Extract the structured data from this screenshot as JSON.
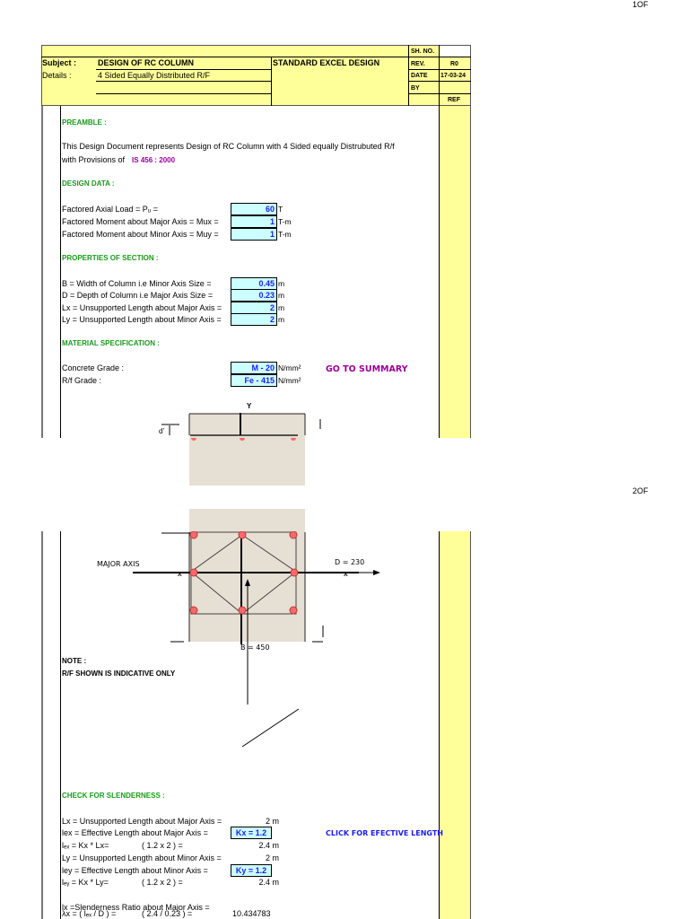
{
  "pages": [
    "1OF",
    "2OF"
  ],
  "header": {
    "sh_no_label": "SH. NO.",
    "sh_no": "",
    "subject_label": "Subject :",
    "subject": "DESIGN OF RC COLUMN",
    "details_label": "Details  :",
    "details": "4 Sided Equally Distributed R/F",
    "standard": "STANDARD EXCEL DESIGN",
    "rev_label": "REV.",
    "rev": "R0",
    "date_label": "DATE",
    "date": "17-03-24",
    "by_label": "BY",
    "by": "",
    "ref_label": "REF"
  },
  "preamble": {
    "title": "PREAMBLE :",
    "line1": "This Design Document represents Design of  RC Column with 4 Sided equally Distrubuted R/f",
    "line2": "with Provisions of",
    "code": "IS 456 : 2000"
  },
  "design_data": {
    "title": "DESIGN DATA :",
    "rows": [
      {
        "label": "Factored Axial Load = Pᵤ =",
        "value": "60",
        "unit": "T"
      },
      {
        "label": "Factored Moment about Major Axis = Mux =",
        "value": "1",
        "unit": "T-m"
      },
      {
        "label": "Factored Moment about  Minor Axis = Muy =",
        "value": "1",
        "unit": "T-m"
      }
    ]
  },
  "section": {
    "title": "PROPERTIES OF SECTION :",
    "rows": [
      {
        "label": "B = Width of Column i.e Minor Axis Size =",
        "value": "0.45",
        "unit": "m"
      },
      {
        "label": "D = Depth of Column i.e Major Axis Size =",
        "value": "0.23",
        "unit": "m"
      },
      {
        "label": "Lx = Unsupported Length about Major Axis =",
        "value": "2",
        "unit": "m"
      },
      {
        "label": "Ly = Unsupported Length about Minor Axis =",
        "value": "2",
        "unit": "m"
      }
    ]
  },
  "material": {
    "title": "MATERIAL SPECIFICATION :",
    "rows": [
      {
        "label": "Concrete Grade :",
        "value": "M - 20",
        "unit": "N/mm²"
      },
      {
        "label": "R/f Grade :",
        "value": "Fe - 415",
        "unit": "N/mm²"
      }
    ],
    "summary_link": "GO TO SUMMARY"
  },
  "diagram": {
    "y_label": "Y",
    "x_label": "X",
    "d_prime": "d'",
    "major_axis": "MAJOR AXIS",
    "d_dim": "D = 230",
    "b_dim": "B = 450"
  },
  "note": {
    "title": "NOTE :",
    "text": "R/F SHOWN IS INDICATIVE ONLY"
  },
  "slenderness": {
    "title": "CHECK FOR SLENDERNESS :",
    "link": "CLICK FOR EFECTIVE LENGTH",
    "rows": [
      {
        "label": "Lx = Unsupported Length about Major Axis =",
        "calc": "",
        "value": "2 m"
      },
      {
        "label": "lex = Effective Length about Major Axis =",
        "calc": "",
        "box": "Kx = 1.2"
      },
      {
        "label": "lₑₓ = Kx * Lx=",
        "calc": "( 1.2 x 2 ) =",
        "value": "2.4 m"
      },
      {
        "label": "Ly = Unsupported Length about Minor Axis =",
        "calc": "",
        "value": "2 m"
      },
      {
        "label": "ley = Effective Length about Minor Axis =",
        "calc": "",
        "box": "Ky = 1.2"
      },
      {
        "label": "lₑᵧ = Kx * Ly=",
        "calc": "( 1.2 x 2 ) =",
        "value": "2.4 m"
      }
    ],
    "ratio_label": "lx =Slenderness Ratio about Major Axis =",
    "ratio_calc_label": "λx = ( lₑₓ / D ) =",
    "ratio_calc": "( 2.4 / 0.23 ) =",
    "ratio_value": "10.434783"
  },
  "colors": {
    "header": "#ffff99",
    "input": "#ccffff",
    "section": "#1a9a1a",
    "link": "#1c1cf0",
    "summary": "#990099"
  }
}
